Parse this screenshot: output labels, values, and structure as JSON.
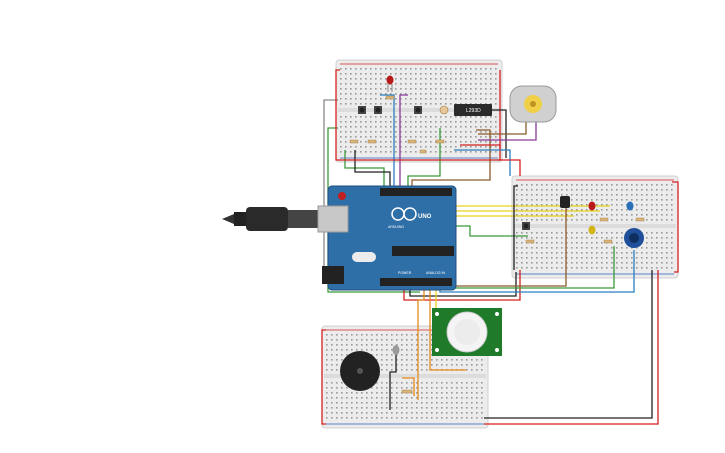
{
  "canvas": {
    "background": "#ffffff"
  },
  "arduino": {
    "brand": "ARDUINO",
    "model": "UNO",
    "power_label": "POWER",
    "analog_label": "ANALOG IN",
    "color": "#2f6fa8"
  },
  "motor_driver": {
    "label": "L293D"
  },
  "breadboards": [
    {
      "name": "top-breadboard"
    },
    {
      "name": "right-breadboard"
    },
    {
      "name": "bottom-breadboard"
    }
  ],
  "components": {
    "usb_cable": "usb-cable",
    "dc_motor": "dc-motor",
    "pir_sensor": "pir-sensor",
    "buzzer": "piezo-buzzer",
    "potentiometer": "potentiometer",
    "temperature_sensor": "temperature-sensor",
    "leds": [
      "red-led",
      "red-led",
      "yellow-led",
      "blue-led"
    ]
  },
  "wire_colors": {
    "red": "#d42020",
    "black": "#222222",
    "green": "#3a9a3a",
    "yellow": "#e8d21c",
    "orange": "#e88a1a",
    "purple": "#8a3a9a",
    "brown": "#8a5a2a",
    "blue": "#2a7fc0",
    "gray": "#8a8a8a"
  }
}
